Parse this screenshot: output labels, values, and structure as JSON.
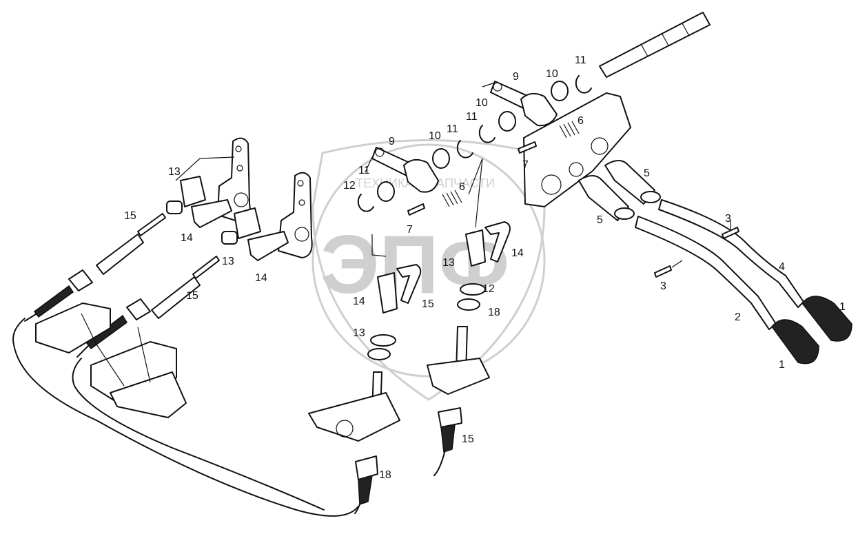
{
  "watermark": {
    "top_text": "ТЕХНИКА И ЗАПЧАСТИ",
    "logo_text": "ЭПФ"
  },
  "callouts": [
    "1",
    "1",
    "2",
    "3",
    "3",
    "4",
    "5",
    "5",
    "6",
    "6",
    "7",
    "7",
    "9",
    "9",
    "10",
    "10",
    "10",
    "11",
    "11",
    "11",
    "11",
    "12",
    "12",
    "13",
    "13",
    "13",
    "13",
    "14",
    "14",
    "14",
    "14",
    "15",
    "15",
    "15",
    "15",
    "18",
    "18"
  ]
}
